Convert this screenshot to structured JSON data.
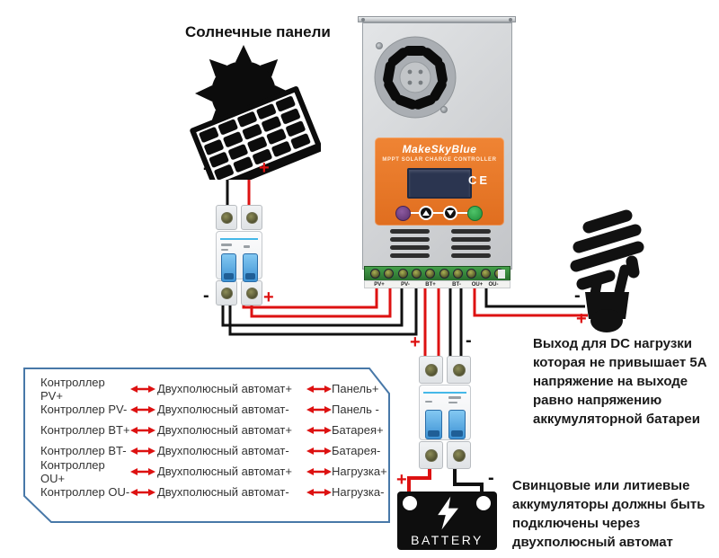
{
  "title": "Солнечные панели",
  "polarity": {
    "plus": "+",
    "minus": "-"
  },
  "controller": {
    "brand": "MakeSkyBlue",
    "subtitle": "MPPT SOLAR CHARGE CONTROLLER",
    "ce_mark": "CE",
    "terminal_labels": [
      "PV+",
      "PV-",
      "BT+",
      "BT-",
      "OU+",
      "OU-"
    ]
  },
  "load_note": "Выход для DC нагрузки\nкоторая не привышает 5А\nнапряжение на выходе\nравно напряжению\nаккумуляторной батареи",
  "battery": {
    "label": "BATTERY"
  },
  "battery_note": "Свинцовые или литиевые\nаккумуляторы должны быть\nподключены через\nдвухполюсный автомат",
  "wiring_table": {
    "rows": [
      {
        "controller": "Контроллер PV+",
        "breaker": "Двухполюсный автомат+",
        "target": "Панель+"
      },
      {
        "controller": "Контроллер PV-",
        "breaker": "Двухполюсный автомат-",
        "target": "Панель -"
      },
      {
        "controller": "Контроллер BT+",
        "breaker": "Двухполюсный автомат+",
        "target": "Батарея+"
      },
      {
        "controller": "Контроллер BT-",
        "breaker": "Двухполюсный автомат-",
        "target": "Батарея-"
      },
      {
        "controller": "Контроллер OU+",
        "breaker": "Двухполюсный автомат+",
        "target": "Нагрузка+"
      },
      {
        "controller": "Контроллер OU-",
        "breaker": "Двухполюсный автомат-",
        "target": "Нагрузка-"
      }
    ]
  },
  "colors": {
    "wire_red": "#dd1111",
    "wire_black": "#111111",
    "panel_orange": "#e9782c",
    "table_border": "#4878a8",
    "terminal_green": "#2e7d36",
    "toggle_blue": "#4da0dc"
  }
}
